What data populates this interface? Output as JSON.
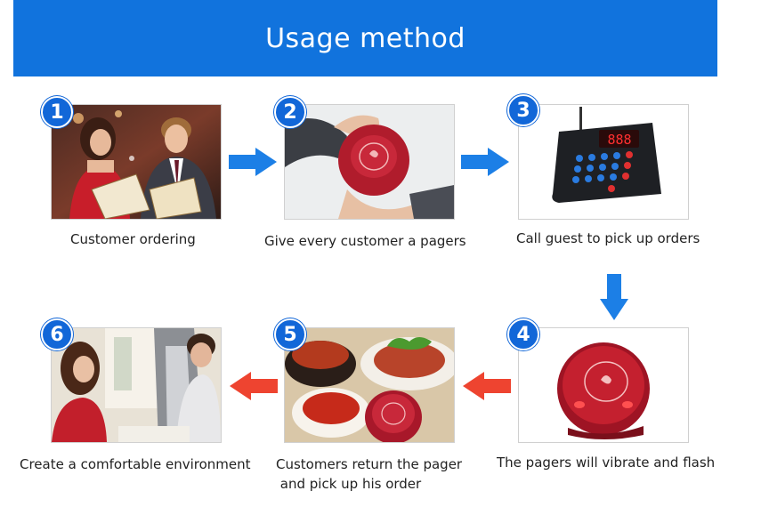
{
  "header": {
    "title": "Usage method"
  },
  "colors": {
    "banner": "#1173dd",
    "badge": "#1267d8",
    "arrow_forward": "#1c7fe6",
    "arrow_back": "#ee4430"
  },
  "steps": [
    {
      "number": "1",
      "caption": "Customer ordering",
      "image": "couple-reading-menu"
    },
    {
      "number": "2",
      "caption": "Give every  customer a pagers",
      "image": "hand-giving-pager"
    },
    {
      "number": "3",
      "caption": "Call guest to pick up orders",
      "image": "keypad-transmitter"
    },
    {
      "number": "4",
      "caption": "The pagers will vibrate and flash",
      "image": "red-pager"
    },
    {
      "number": "5",
      "caption_line1": "Customers return the pager",
      "caption_line2": " and pick up his order",
      "image": "food-and-pager"
    },
    {
      "number": "6",
      "caption": "Create a comfortable environment",
      "image": "restaurant-table"
    }
  ]
}
